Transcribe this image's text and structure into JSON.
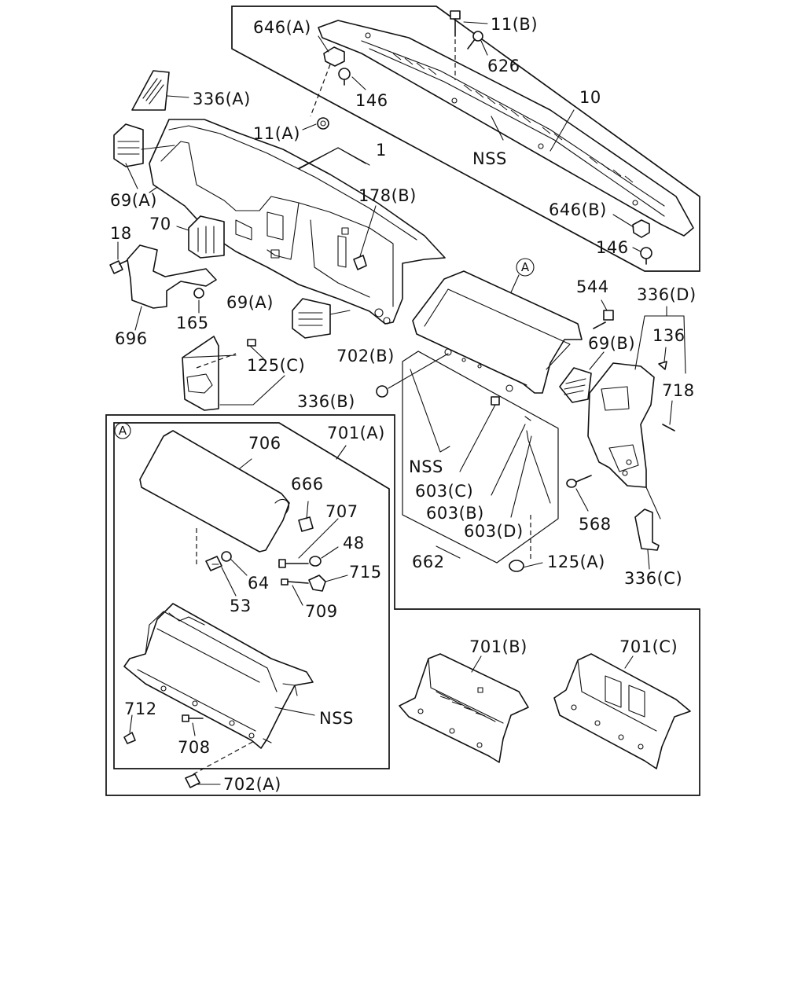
{
  "diagram": {
    "section_marker": "A",
    "labels": {
      "l_646A": "646(A)",
      "l_11B": "11(B)",
      "l_626": "626",
      "l_146_top": "146",
      "l_336A": "336(A)",
      "l_10": "10",
      "l_11A": "11(A)",
      "l_NSS_top": "NSS",
      "l_1": "1",
      "l_69A_left": "69(A)",
      "l_178B": "178(B)",
      "l_646B": "646(B)",
      "l_146_right": "146",
      "l_18": "18",
      "l_70": "70",
      "l_69A_mid": "69(A)",
      "l_165": "165",
      "l_696": "696",
      "l_544": "544",
      "l_336D": "336(D)",
      "l_136": "136",
      "l_69B": "69(B)",
      "l_702B": "702(B)",
      "l_125C": "125(C)",
      "l_336B": "336(B)",
      "l_718": "718",
      "l_NSS_mid": "NSS",
      "l_603C": "603(C)",
      "l_603B": "603(B)",
      "l_603D": "603(D)",
      "l_568": "568",
      "l_662": "662",
      "l_125A": "125(A)",
      "l_336C": "336(C)",
      "l_706": "706",
      "l_701A": "701(A)",
      "l_666": "666",
      "l_707": "707",
      "l_48": "48",
      "l_715": "715",
      "l_64": "64",
      "l_53": "53",
      "l_709": "709",
      "l_712": "712",
      "l_NSS_low": "NSS",
      "l_708": "708",
      "l_702A": "702(A)",
      "l_701B": "701(B)",
      "l_701C": "701(C)"
    }
  }
}
